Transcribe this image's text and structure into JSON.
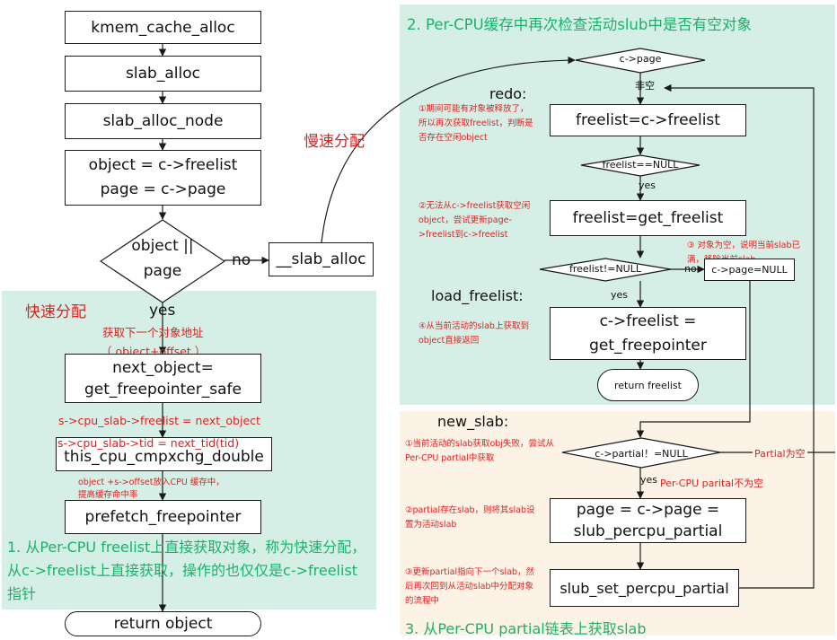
{
  "colors": {
    "green_region": "#d6efe6",
    "peach_region": "#fdf2e6",
    "annotation_red": "#e02020",
    "title_green": "#19b26b",
    "line": "#1a1a1a"
  },
  "left": {
    "kmem_cache_alloc": "kmem_cache_alloc",
    "slab_alloc": "slab_alloc",
    "slab_alloc_node": "slab_alloc_node",
    "object_line1": "object = c->freelist",
    "object_line2": "page = c->page",
    "diamond_line1": "object ||",
    "diamond_line2": "page",
    "no_label": "no",
    "slow_box": "__slab_alloc",
    "slow_label": "慢速分配",
    "fast_label": "快速分配",
    "yes_label": "yes",
    "next_obj_note1": "获取下一个对象地址",
    "next_obj_note2": "（ object+offset ）",
    "next_object_line1": "next_object=",
    "next_object_line2": "get_freepointer_safe",
    "cpu_freelist_note": "s->cpu_slab->freelist = next_object",
    "cpu_tid_note": "s->cpu_slab->tid = next_tid(tid)",
    "cmpxchg": "this_cpu_cmpxchg_double",
    "prefetch_note1": "object +s->offset放入CPU 缓存中，",
    "prefetch_note2": "提高缓存命中率",
    "prefetch": "prefetch_freepointer",
    "title": "1. 从Per-CPU freelist上直接获取对象，称为快速分配，从c->freelist上直接获取，操作的也仅仅是c->freelist指针",
    "return_object": "return object"
  },
  "right_top": {
    "title": "2. Per-CPU缓存中再次检查活动slub中是否有空对象",
    "c_page": "c->page",
    "non_empty": "非空",
    "redo": "redo:",
    "note1": "①期间可能有对象被释放了，所以再次获取freelist，判断是否存在空闲object",
    "freelist_box": "freelist=c->freelist",
    "freelist_null": "freelist==NULL",
    "yes1": "yes",
    "note2": "②无法从c->freelist获取空闲object，尝试更新page->freelist到c->freelist",
    "get_freelist": "freelist=get_freelist",
    "note3": "③ 对象为空，说明当前slab已满，移除当前slab",
    "freelist_not_null": "freelist!=NULL",
    "no2": "no",
    "cpage_null": "c->page=NULL",
    "load_freelist": "load_freelist:",
    "yes2": "yes",
    "note4": "④从当前活动的slab上获取到object直接返回",
    "cfreelist_line1": "c->freelist =",
    "cfreelist_line2": "get_freepointer",
    "return_freelist": "return freelist"
  },
  "right_bottom": {
    "new_slab": "new_slab:",
    "note1": "①当前活动的slab获取obj失败，尝试从Per-CPU partial中获取",
    "partial_diamond": "c->partial！=NULL",
    "partial_empty": "Partial为空",
    "yes": "yes",
    "partial_not_empty": "Per-CPU parital不为空",
    "note2": "②partial存在slab，则将其slab设置为活动slab",
    "page_line1": "page = c->page =",
    "page_line2": "slub_percpu_partial",
    "note3": "③更新partial指向下一个slab，然后再次回到从活动slab中分配对象的流程中",
    "set_partial": "slub_set_percpu_partial",
    "title": "3. 从Per-CPU partial链表上获取slab"
  }
}
